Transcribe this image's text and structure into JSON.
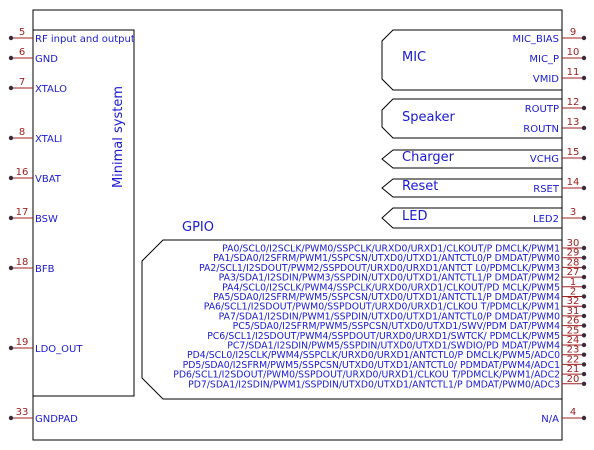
{
  "colors": {
    "outline": "#000000",
    "pin_line": "#a02020",
    "pin_dot": "#3a2a3a",
    "text": "#1a1ad0",
    "pin_number": "#a02020"
  },
  "left_pins": [
    {
      "num": "5",
      "label": "RF input and output"
    },
    {
      "num": "6",
      "label": "GND"
    },
    {
      "num": "7",
      "label": "XTALO"
    },
    {
      "num": "8",
      "label": "XTALI"
    },
    {
      "num": "16",
      "label": "VBAT"
    },
    {
      "num": "17",
      "label": "BSW"
    },
    {
      "num": "18",
      "label": "BFB"
    },
    {
      "num": "19",
      "label": "LDO_OUT"
    },
    {
      "num": "33",
      "label": "GNDPAD"
    }
  ],
  "minimal_system": {
    "label": "Minimal system"
  },
  "right_pins": [
    {
      "num": "9",
      "label": "MIC_BIAS"
    },
    {
      "num": "10",
      "label": "MIC_P"
    },
    {
      "num": "11",
      "label": "VMID"
    },
    {
      "num": "12",
      "label": "ROUTP"
    },
    {
      "num": "13",
      "label": "ROUTN"
    },
    {
      "num": "15",
      "label": "VCHG"
    },
    {
      "num": "14",
      "label": "RSET"
    },
    {
      "num": "3",
      "label": "LED2"
    },
    {
      "num": "4",
      "label": "N/A"
    }
  ],
  "blocks": [
    {
      "label": "MIC"
    },
    {
      "label": "Speaker"
    },
    {
      "label": "Charger"
    },
    {
      "label": "Reset"
    },
    {
      "label": "LED"
    }
  ],
  "gpio": {
    "title": "GPIO",
    "pins": [
      {
        "num": "30",
        "label": "PA0/SCL0/I2SCLK/PWM0/SSPCLK/URXD0/URXD1/CLKOUT/P DMCLK/PWM1"
      },
      {
        "num": "29",
        "label": "PA1/SDA0/I2SFRM/PWM1/SSPCSN/UTXD0/UTXD1/ANTCTL0/P DMDAT/PWM0"
      },
      {
        "num": "28",
        "label": "PA2/SCL1/I2SDOUT/PWM2/SSPDOUT/URXD0/URXD1/ANTCT L0/PDMCLK/PWM3"
      },
      {
        "num": "27",
        "label": "PA3/SDA1/I2SDIN/PWM3/SSPDIN/UTXD0/UTXD1/ANTCTL1/P DMDAT/PWM2"
      },
      {
        "num": "1",
        "label": "PA4/SCL0/I2SCLK/PWM4/SSPCLK/URXD0/URXD1/CLKOUT/PD MCLK/PWM5"
      },
      {
        "num": "2",
        "label": "PA5/SDA0/I2SFRM/PWM5/SSPCSN/UTXD0/UTXD1/ANTCTL1/P DMDAT/PWM4"
      },
      {
        "num": "32",
        "label": "PA6/SCL1/I2SDOUT/PWM0/SSPDOUT/URXD0/URXD1/CLKOU T/PDMCLK/PWM1"
      },
      {
        "num": "31",
        "label": "PA7/SDA1/I2SDIN/PWM1/SSPDIN/UTXD0/UTXD1/ANTCTL0/P DMDAT/PWM0"
      },
      {
        "num": "26",
        "label": "PC5/SDA0/I2SFRM/PWM5/SSPCSN/UTXD0/UTXD1/SWV/PDM DAT/PWM4"
      },
      {
        "num": "25",
        "label": "PC6/SCL1/I2SDOUT/PWM4/SSPDOUT/URXD0/URXD1/SWTCK/ PDMCLK/PWM5"
      },
      {
        "num": "24",
        "label": "PC7/SDA1/I2SDIN/PWM5/SSPDIN/UTXD0/UTXD1/SWDIO/PD MDAT/PWM4"
      },
      {
        "num": "23",
        "label": "PD4/SCL0/I2SCLK/PWM4/SSPCLK/URXD0/URXD1/ANTCTL0/P DMCLK/PWM5/ADC0"
      },
      {
        "num": "22",
        "label": "PD5/SDA0/I2SFRM/PWM5/SSPCSN/UTXD0/UTXD1/ANTCTL0/ PDMDAT/PWM4/ADC1"
      },
      {
        "num": "21",
        "label": "PD6/SCL1/I2SDOUT/PWM0/SSPDOUT/URXD0/URXD1/CLKOU T/PDMCLK/PWM1/ADC2"
      },
      {
        "num": "20",
        "label": "PD7/SDA1/I2SDIN/PWM1/SSPDIN/UTXD0/UTXD1/ANTCTL1/P DMDAT/PWM0/ADC3"
      }
    ]
  }
}
